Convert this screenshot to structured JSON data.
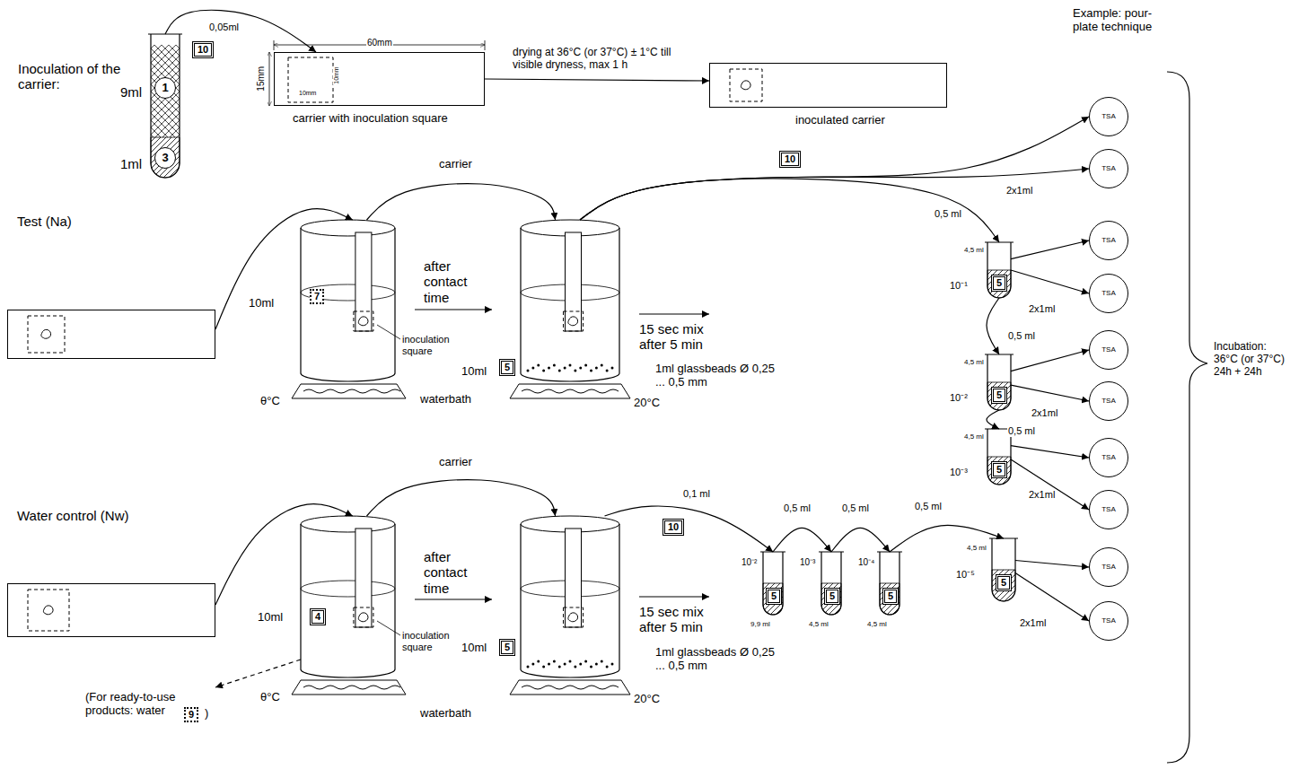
{
  "diagram": {
    "nodes": [
      {
        "text": [
          "9ml",
          "1ml"
        ]
      },
      {
        "text": [
          "1"
        ],
        "in": 0
      },
      {
        "text": [
          "3"
        ],
        "in": 0
      },
      {
        "text": [
          "carrier with inoculation square"
        ]
      },
      {
        "text": [
          "inoculated carrier"
        ]
      },
      {
        "text": [
          "Test (Na)"
        ]
      },
      {
        "text": [
          "10ml"
        ]
      },
      {
        "text": [
          "10ml"
        ]
      },
      {
        "text": [
          "10⁻¹",
          "4,5 ml"
        ]
      },
      {
        "text": [
          "10⁻²",
          "4,5 ml"
        ]
      },
      {
        "text": [
          "10⁻³",
          "4,5 ml"
        ]
      },
      {
        "text": [
          "TSA"
        ]
      },
      {
        "text": [
          "TSA"
        ]
      },
      {
        "text": [
          "TSA"
        ]
      },
      {
        "text": [
          "TSA"
        ]
      },
      {
        "text": [
          "TSA"
        ]
      },
      {
        "text": [
          "TSA"
        ]
      },
      {
        "text": [
          "TSA"
        ]
      },
      {
        "text": [
          "TSA"
        ]
      },
      {
        "text": [
          "Water control (Nw)"
        ]
      },
      {
        "text": [
          "10ml"
        ]
      },
      {
        "text": [
          "10ml"
        ]
      },
      {
        "text": [
          "10⁻²",
          "9,9 ml"
        ]
      },
      {
        "text": [
          "10⁻³",
          "4,5 ml"
        ]
      },
      {
        "text": [
          "10⁻⁴",
          "4,5 ml"
        ]
      },
      {
        "text": [
          "10⁻⁵",
          "4,5 ml"
        ]
      },
      {
        "text": [
          "TSA"
        ]
      },
      {
        "text": [
          "TSA"
        ]
      }
    ],
    "edges": [
      {
        "from": 0,
        "to": 3,
        "arrow": "to",
        "label": "0,05ml"
      },
      {
        "from": 3,
        "to": 4,
        "arrow": "to",
        "label": "drying at 36°C (or 37°C) ± 1°C till visible dryness, max 1 h"
      },
      {
        "from": 5,
        "to": 6,
        "arrow": "to"
      },
      {
        "from": 6,
        "to": 7,
        "arrow": "to",
        "label": "carrier"
      },
      {
        "from": 7,
        "to": 11,
        "arrow": "to",
        "label": "2x1ml"
      },
      {
        "from": 7,
        "to": 12,
        "arrow": "to"
      },
      {
        "from": 7,
        "to": 8,
        "arrow": "to",
        "label": "0,5 ml"
      },
      {
        "from": 8,
        "to": 13,
        "arrow": "to",
        "label": "2x1ml"
      },
      {
        "from": 8,
        "to": 14,
        "arrow": "to"
      },
      {
        "from": 8,
        "to": 9,
        "arrow": "to",
        "label": "0,5 ml"
      },
      {
        "from": 9,
        "to": 15,
        "arrow": "to",
        "label": "2x1ml"
      },
      {
        "from": 9,
        "to": 16,
        "arrow": "to"
      },
      {
        "from": 9,
        "to": 10,
        "arrow": "to",
        "label": "0,5 ml"
      },
      {
        "from": 10,
        "to": 17,
        "arrow": "to",
        "label": "2x1ml"
      },
      {
        "from": 10,
        "to": 18,
        "arrow": "to"
      },
      {
        "from": 19,
        "to": 20,
        "arrow": "to"
      },
      {
        "from": 20,
        "to": 21,
        "arrow": "to",
        "label": "carrier"
      },
      {
        "from": 21,
        "to": 22,
        "arrow": "to",
        "label": "0,1 ml"
      },
      {
        "from": 22,
        "to": 23,
        "arrow": "to",
        "label": "0,5 ml"
      },
      {
        "from": 23,
        "to": 24,
        "arrow": "to",
        "label": "0,5 ml"
      },
      {
        "from": 24,
        "to": 25,
        "arrow": "to",
        "label": "0,5 ml"
      },
      {
        "from": 25,
        "to": 26,
        "arrow": "to",
        "label": "2x1ml"
      },
      {
        "from": 25,
        "to": 27,
        "arrow": "to"
      }
    ],
    "labels": [
      "Inoculation of the carrier:",
      "10",
      "60mm",
      "15mm",
      "10mm",
      "10mm",
      "Example: pour-plate technique",
      "10",
      "after contact time",
      "7",
      "inoculation square",
      "θ°C",
      "waterbath",
      "5",
      "15 sec mix after 5 min",
      "1ml glassbeads Ø 0,25 ... 0,5 mm",
      "20°C",
      "5",
      "5",
      "5",
      "Incubation: 36°C (or 37°C) 24h + 24h",
      "after contact time",
      "4",
      "(For ready-to-use products: water",
      "9",
      ")",
      "inoculation square",
      "θ°C",
      "waterbath",
      "10",
      "5",
      "15 sec mix after 5 min",
      "1ml glassbeads Ø 0,25 ... 0,5 mm",
      "20°C",
      "5",
      "5",
      "5",
      "5"
    ]
  }
}
